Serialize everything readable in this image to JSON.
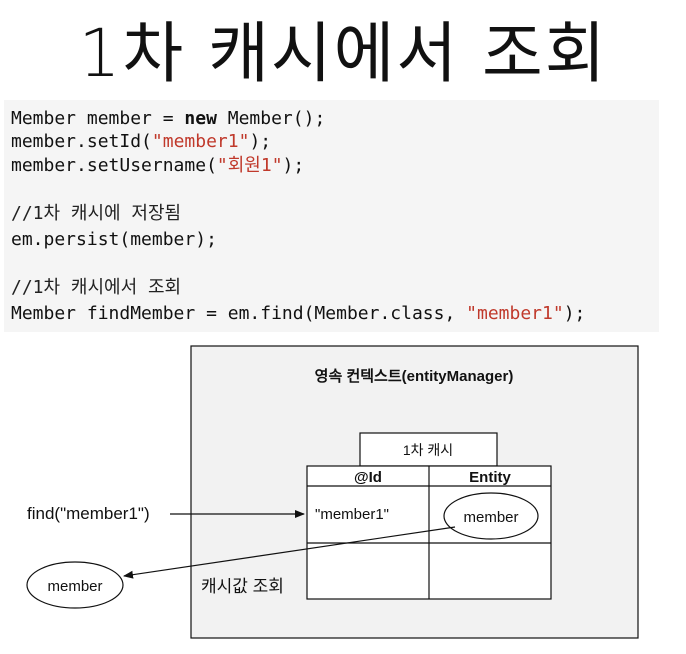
{
  "title": "1차 캐시에서 조회",
  "code": {
    "line1": {
      "a": "Member member = ",
      "kw": "new",
      "b": " Member();"
    },
    "line2": {
      "a": "member.setId(",
      "str": "\"member1\"",
      "b": ");"
    },
    "line3": {
      "a": "member.setUsername(",
      "str": "\"회원1\"",
      "b": ");"
    },
    "comment1": "//1차 캐시에 저장됨",
    "line4": "em.persist(member);",
    "comment2": "//1차 캐시에서 조회",
    "line5": {
      "a": "Member findMember = em.find(Member.class, ",
      "str": "\"member1\"",
      "b": ");"
    }
  },
  "diagram": {
    "context_title": "영속 컨텍스트(entityManager)",
    "cache_label": "1차 캐시",
    "col_id": "@Id",
    "col_entity": "Entity",
    "cell_id": "\"member1\"",
    "cell_entity": "member",
    "find_call": "find(\"member1\")",
    "result_entity": "member",
    "lookup_label": "캐시값 조회"
  },
  "colors": {
    "code_bg": "#f5f5f5",
    "string": "#c0392b",
    "context_bg": "#f2f2f2"
  }
}
